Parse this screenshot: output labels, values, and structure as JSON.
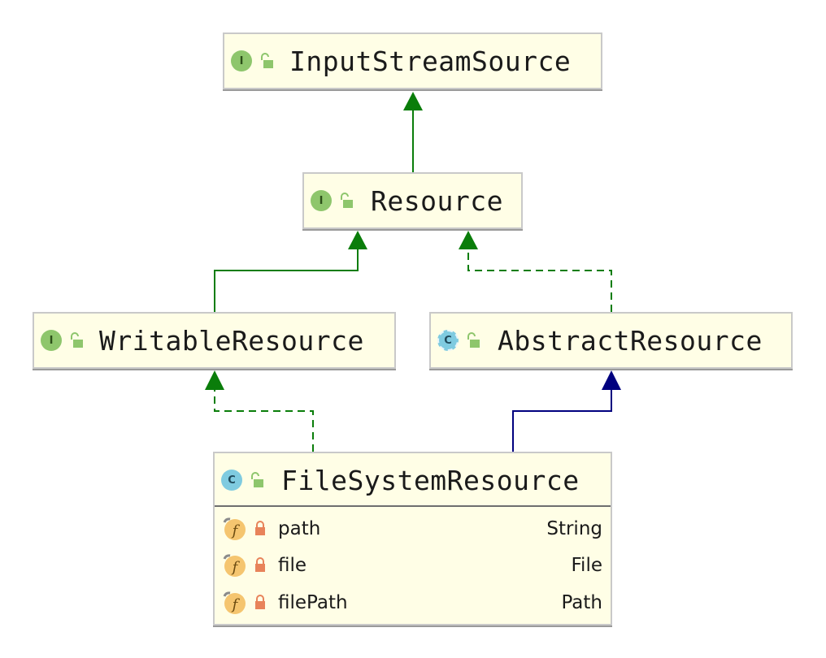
{
  "nodes": {
    "input_stream_source": {
      "name": "InputStreamSource",
      "kind": "interface",
      "kind_letter": "I"
    },
    "resource": {
      "name": "Resource",
      "kind": "interface",
      "kind_letter": "I"
    },
    "writable_resource": {
      "name": "WritableResource",
      "kind": "interface",
      "kind_letter": "I"
    },
    "abstract_resource": {
      "name": "AbstractResource",
      "kind": "abstract-class",
      "kind_letter": "C"
    },
    "file_system_resource": {
      "name": "FileSystemResource",
      "kind": "class",
      "kind_letter": "C",
      "fields": [
        {
          "name": "path",
          "type": "String"
        },
        {
          "name": "file",
          "type": "File"
        },
        {
          "name": "filePath",
          "type": "Path"
        }
      ]
    }
  },
  "edges": [
    {
      "from": "Resource",
      "to": "InputStreamSource",
      "relation": "extends",
      "style": "solid-green"
    },
    {
      "from": "WritableResource",
      "to": "Resource",
      "relation": "extends",
      "style": "solid-green"
    },
    {
      "from": "AbstractResource",
      "to": "Resource",
      "relation": "implements",
      "style": "dashed-green"
    },
    {
      "from": "FileSystemResource",
      "to": "WritableResource",
      "relation": "implements",
      "style": "dashed-green"
    },
    {
      "from": "FileSystemResource",
      "to": "AbstractResource",
      "relation": "extends",
      "style": "solid-blue"
    }
  ],
  "colors": {
    "node_fill": "#fffee6",
    "interface_icon": "#8ec66c",
    "class_icon": "#7fcbe0",
    "field_icon": "#f5c56f",
    "lock": "#e8835a",
    "interface_edge": "#0a7d0a",
    "class_edge": "#00007f"
  },
  "icons": {
    "interface": "interface-icon",
    "class": "class-icon",
    "abstract": "abstract-class-icon",
    "public": "unlocked-public-icon",
    "private": "locked-private-icon",
    "field": "field-icon"
  }
}
